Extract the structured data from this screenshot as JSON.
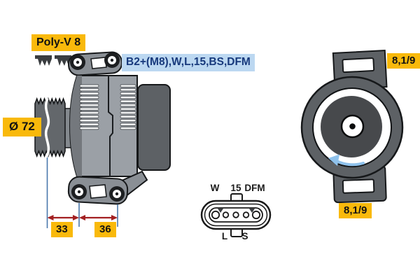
{
  "badges": {
    "belt_type": "Poly-V 8",
    "pulley_diameter": "Ø 72",
    "terminal_spec": "B2+(M8),W,L,15,BS,DFM",
    "dim_33": "33",
    "dim_36": "36",
    "mount_top": "8,1/9",
    "mount_bottom": "8,1/9"
  },
  "connector": {
    "top_labels": [
      "W",
      "15",
      "DFM"
    ],
    "bottom_labels": [
      "L",
      "S"
    ]
  },
  "icons": {
    "belt_profile": "poly-v-belt-profile-icon",
    "rotation_arrow": "counterclockwise-rotation-arrow-icon"
  },
  "colors": {
    "badge_yellow": "#f9b90b",
    "terminal_label_bg": "#bcd8f1",
    "terminal_label_text": "#17397c",
    "dimension_red": "#a32022",
    "dimension_blue": "#4a78ac",
    "rotation_arrow_blue": "#8fc2ec",
    "metal_light": "#9ba0a6",
    "metal_mid": "#8a8f95",
    "metal_dark": "#5d6165",
    "disc_dark": "#47494c"
  }
}
